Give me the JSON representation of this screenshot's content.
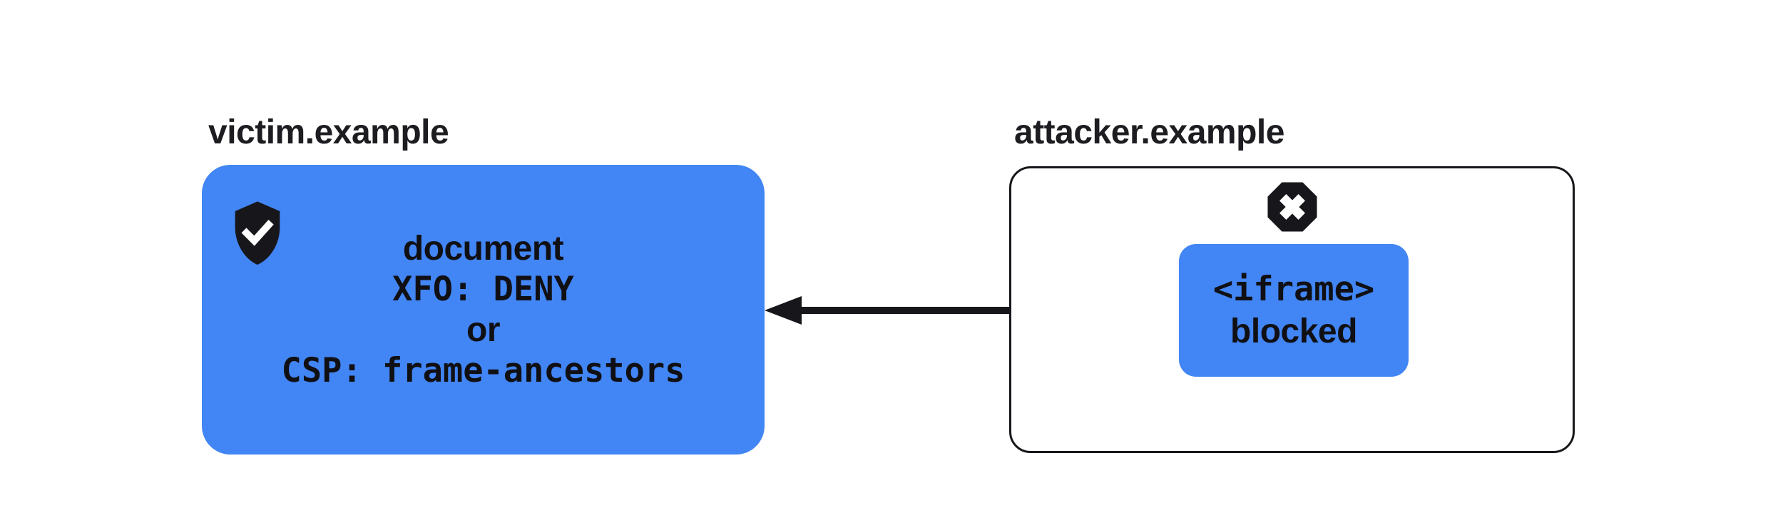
{
  "victim": {
    "label": "victim.example",
    "card_lines": {
      "document": "document",
      "xfo": "XFO: DENY",
      "or": "or",
      "csp": "CSP: frame-ancestors"
    },
    "shield_icon": "shield-check-icon"
  },
  "attacker": {
    "label": "attacker.example",
    "blocked_icon": "octagon-x-icon",
    "iframe_lines": {
      "tag": "<iframe>",
      "status": "blocked"
    }
  },
  "arrow": {
    "direction": "right-to-left",
    "meaning": "blocked-embed-request"
  },
  "colors": {
    "blue": "#4285F4",
    "ink": "#17171b",
    "label_text": "#1d1d21",
    "card_text": "#101014",
    "background": "#ffffff"
  }
}
